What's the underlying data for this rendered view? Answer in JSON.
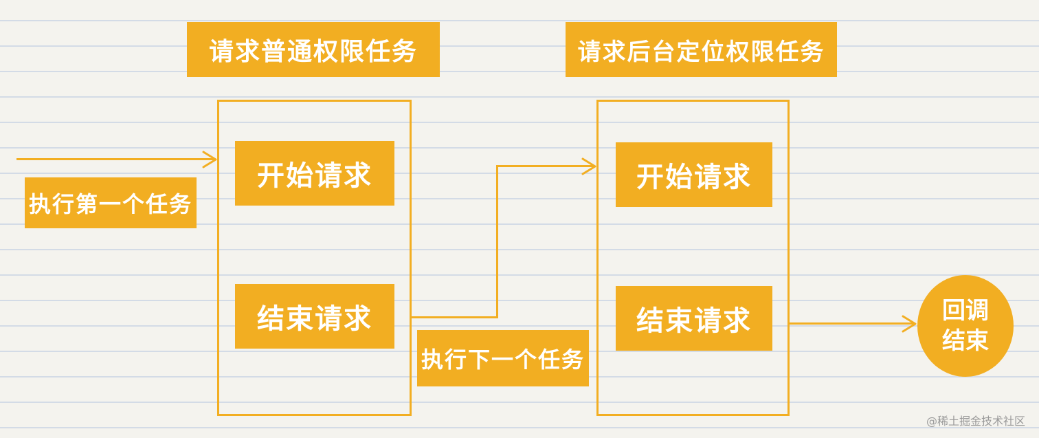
{
  "colors": {
    "accent": "#f2ae22",
    "paper": "#f4f3ee",
    "rule": "#d3dbe6"
  },
  "task1": {
    "title": "请求普通权限任务",
    "start": "开始请求",
    "end": "结束请求"
  },
  "task2": {
    "title": "请求后台定位权限任务",
    "start": "开始请求",
    "end": "结束请求"
  },
  "labels": {
    "execute_first": "执行第一个任务",
    "execute_next": "执行下一个任务"
  },
  "callback": {
    "line1": "回调",
    "line2": "结束"
  },
  "watermark": "@稀土掘金技术社区"
}
